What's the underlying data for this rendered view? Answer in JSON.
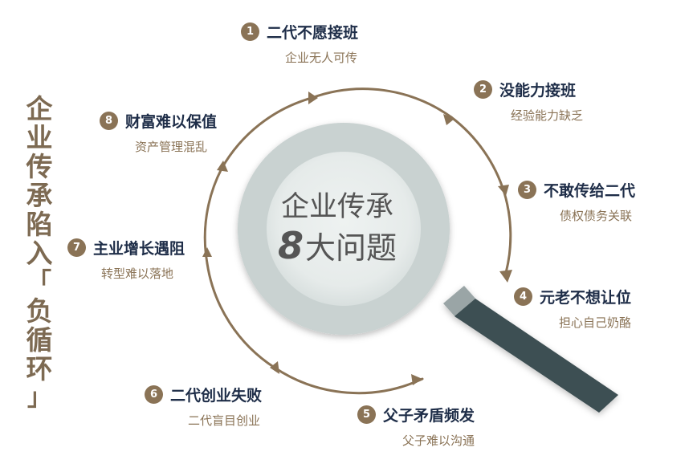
{
  "vertical_title": [
    "企",
    "业",
    "传",
    "承",
    "陷",
    "入",
    "「",
    "负",
    "循",
    "环",
    "」"
  ],
  "center": {
    "line1": "企业传承",
    "number": "8",
    "line2_text": "大问题"
  },
  "items": [
    {
      "num": "1",
      "title": "二代不愿接班",
      "sub": "企业无人可传"
    },
    {
      "num": "2",
      "title": "没能力接班",
      "sub": "经验能力缺乏"
    },
    {
      "num": "3",
      "title": "不敢传给二代",
      "sub": "债权债务关联"
    },
    {
      "num": "4",
      "title": "元老不想让位",
      "sub": "担心自己奶酪"
    },
    {
      "num": "5",
      "title": "父子矛盾频发",
      "sub": "父子难以沟通"
    },
    {
      "num": "6",
      "title": "二代创业失败",
      "sub": "二代盲目创业"
    },
    {
      "num": "7",
      "title": "主业增长遇阻",
      "sub": "转型难以落地"
    },
    {
      "num": "8",
      "title": "财富难以保值",
      "sub": "资产管理混乱"
    }
  ],
  "colors": {
    "accent_brown": "#8a7356",
    "title_navy": "#1e2d48",
    "lens_gray": "#c9d2d1",
    "handle_dark": "#3e4f52"
  }
}
